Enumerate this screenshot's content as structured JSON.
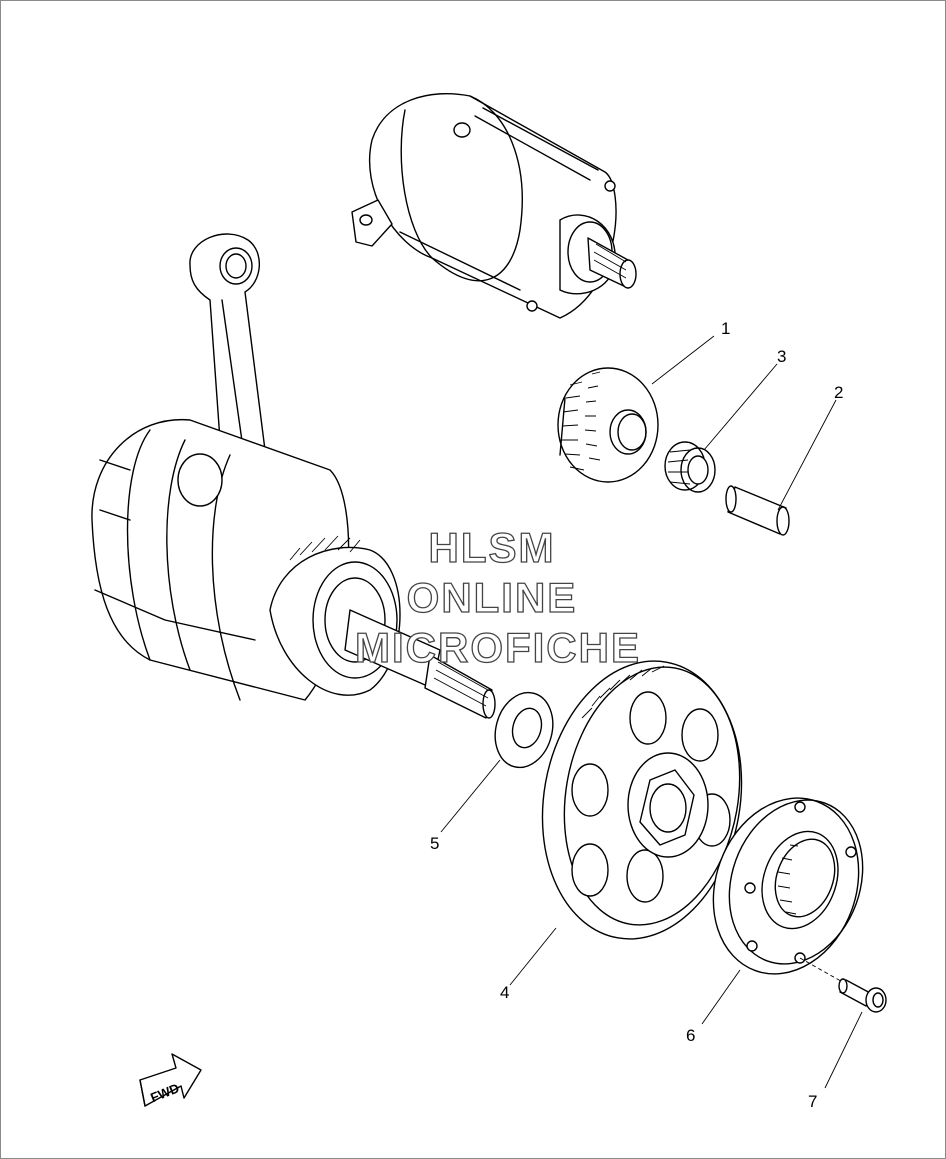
{
  "watermark": [
    "HLSM",
    "ONLINE",
    "MICROFICHE"
  ],
  "fwd_label": "FWD",
  "callouts": [
    "1",
    "2",
    "3",
    "4",
    "5",
    "6",
    "7"
  ],
  "line_color": "#000000",
  "background": "#ffffff"
}
